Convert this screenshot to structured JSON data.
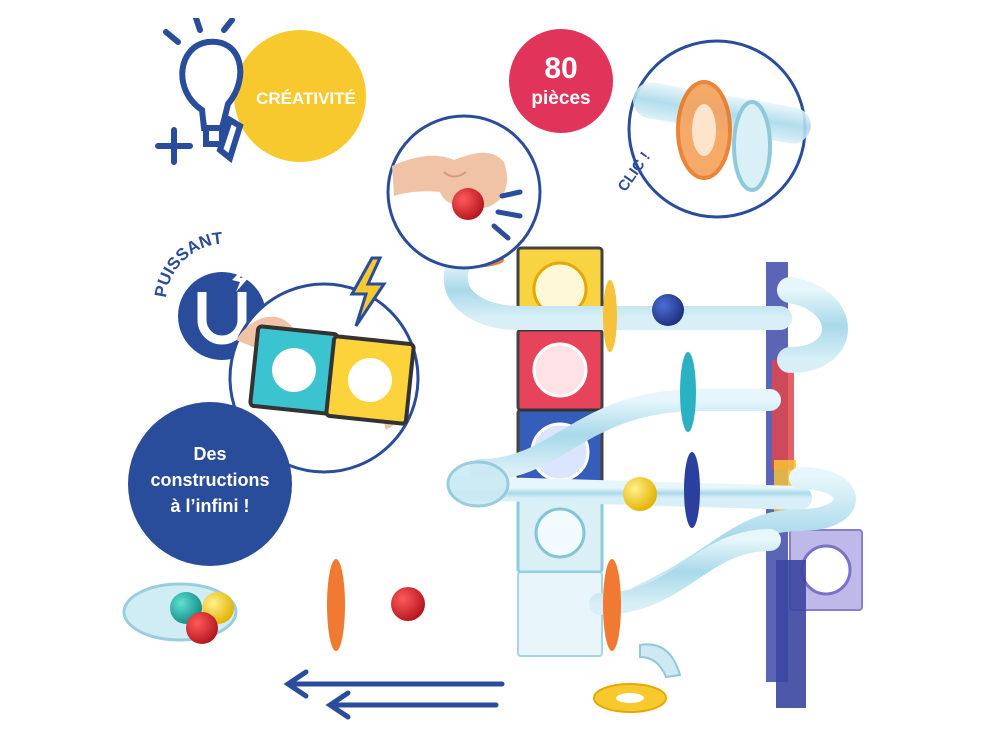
{
  "badges": {
    "creativity": "CRÉATIVITÉ",
    "pieces_count": "80",
    "pieces_label": "pièces",
    "click": "CLIC !",
    "powerful": "PUISSANT",
    "infinite_line1": "Des",
    "infinite_line2": "constructions",
    "infinite_line3": "à l’infini !"
  },
  "colors": {
    "blue": "#2a4d9b",
    "yellow": "#f8c92e",
    "pink": "#e0345b",
    "orange": "#f07a31",
    "teal": "#2bb2c2",
    "red": "#e4353c",
    "track": "#bfe4f0"
  },
  "icons": [
    "lightbulb-plus-icon",
    "magnet-lightning-icon",
    "lightning-icon",
    "motion-lines-icon",
    "arrow-left-icon"
  ]
}
